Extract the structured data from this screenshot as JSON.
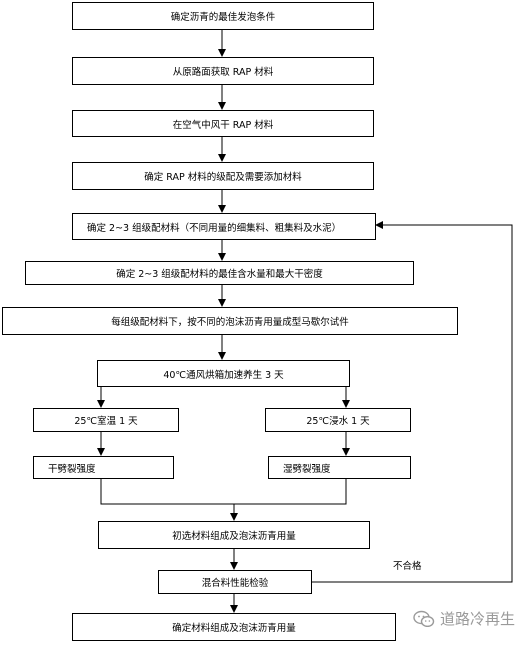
{
  "steps": {
    "s1": "确定沥青的最佳发泡条件",
    "s2": "从原路面获取 RAP 材料",
    "s3": "在空气中风干 RAP 材料",
    "s4": "确定 RAP 材料的级配及需要添加材料",
    "s5": "确定 2~3 组级配材料（不同用量的细集料、粗集料及水泥）",
    "s6": "确定 2~3 组级配材料的最佳含水量和最大干密度",
    "s7": "每组级配材料下，按不同的泡沫沥青用量成型马歇尔试件",
    "s8": "40℃通风烘箱加速养生 3 天",
    "s9a": "25℃室温 1 天",
    "s9b": "25℃浸水 1 天",
    "s10a": "干劈裂强度",
    "s10b": "湿劈裂强度",
    "s11": "初选材料组成及泡沫沥青用量",
    "s12": "混合料性能检验",
    "s13": "确定材料组成及泡沫沥青用量"
  },
  "labels": {
    "fail": "不合格"
  },
  "watermark": {
    "text": "道路冷再生",
    "icon": "wechat-icon"
  }
}
